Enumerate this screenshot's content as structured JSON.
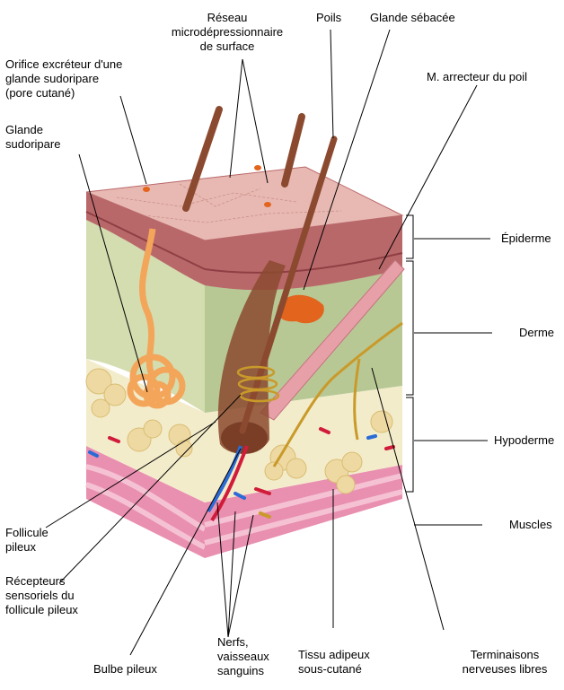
{
  "labels": {
    "reseau": "Réseau\nmicrodépressionnaire\nde surface",
    "poils": "Poils",
    "glande_sebacee": "Glande sébacée",
    "orifice": "Orifice excréteur d'une\nglande sudoripare\n(pore cutané)",
    "arrecteur": "M. arrecteur du poil",
    "glande_sudoripare": "Glande\nsudoripare",
    "epiderme": "Épiderme",
    "derme": "Derme",
    "hypoderme": "Hypoderme",
    "muscles": "Muscles",
    "follicule": "Follicule\npileux",
    "recepteurs": "Récepteurs\nsensoriels du\nfollicule pileux",
    "bulbe": "Bulbe pileux",
    "nerfs": "Nerfs,\nvaisseaux\nsanguins",
    "tissu": "Tissu adipeux\nsous-cutané",
    "terminaisons": "Terminaisons\nnerveuses libres"
  },
  "colors": {
    "epidermis_top": "#e8b9b2",
    "epidermis_side": "#b9686a",
    "dermis": "#d4ddb0",
    "dermis_side": "#b8c895",
    "hypodermis": "#f3eccb",
    "fat": "#eed9a2",
    "muscle": "#e98fb0",
    "hair": "#8b4a2f",
    "sweat_gland": "#f3a55a",
    "sebaceous": "#e2641d",
    "arrector": "#e7a0a8",
    "nerve": "#c99a2a",
    "vessel_blue": "#2b6bd6",
    "vessel_red": "#d01c3a"
  }
}
